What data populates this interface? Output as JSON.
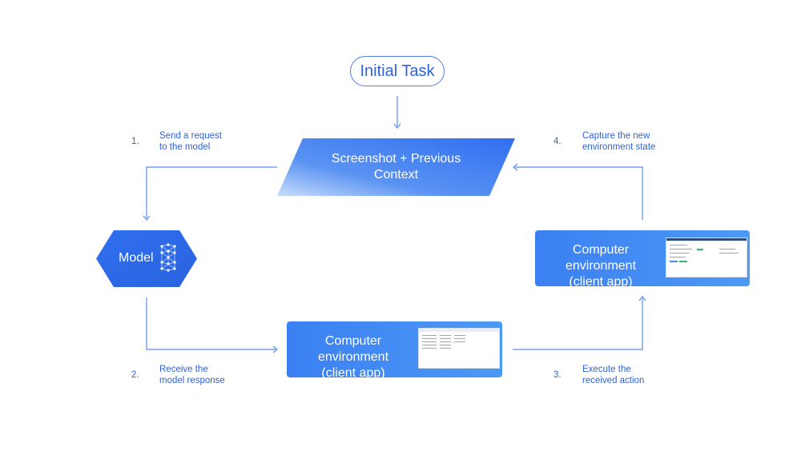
{
  "initial_task": {
    "label": "Initial Task"
  },
  "context_node": {
    "line1": "Screenshot + Previous",
    "line2": "Context"
  },
  "model_node": {
    "label": "Model",
    "icon": "neural-network-icon"
  },
  "environment_nodes": [
    {
      "title": "Computer environment",
      "subtitle": "(client app)"
    },
    {
      "title": "Computer environment",
      "subtitle": "(client app)"
    }
  ],
  "steps": [
    {
      "number": "1.",
      "line1": "Send a request",
      "line2": "to the model"
    },
    {
      "number": "2.",
      "line1": "Receive the",
      "line2": "model response"
    },
    {
      "number": "3.",
      "line1": "Execute the",
      "line2": "received action"
    },
    {
      "number": "4.",
      "line1": "Capture the new",
      "line2": "environment state"
    }
  ],
  "colors": {
    "accent": "#2f63d8",
    "line": "#5b8def",
    "node_gradient_start": "#c8dcfb",
    "node_gradient_end": "#2f6ff0",
    "env_fill": "#3b7ff2"
  }
}
